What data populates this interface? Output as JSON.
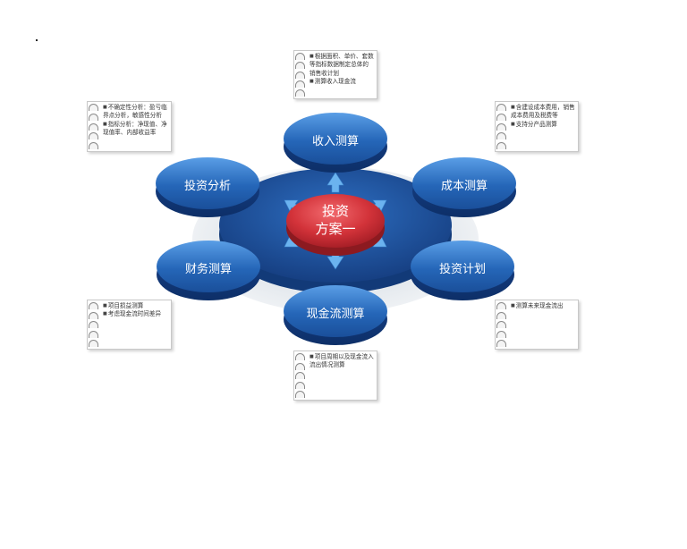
{
  "center": {
    "line1": "投资",
    "line2": "方案一"
  },
  "nodes": {
    "income": "收入测算",
    "cost": "成本测算",
    "plan": "投资计划",
    "cashflow": "现金流测算",
    "finance": "财务测算",
    "analysis": "投资分析"
  },
  "notes": {
    "top": [
      "根据面积、单价、套数等指标数据制定总体的销售收计划",
      "测算收入现金流"
    ],
    "top_right": [
      "含建设成本费用，销售成本费用及税费等",
      "支持分产品测算"
    ],
    "bottom_right": [
      "测算未来现金流出"
    ],
    "bottom": [
      "项目周期以及现金流入流出情况测算"
    ],
    "bottom_left": [
      "项目损益测算",
      "考虑现金流时间差异"
    ],
    "top_left": [
      "不确定性分析：盈亏临界点分析，敏感性分析",
      "指标分析：净现值、净现值率、内部收益率"
    ]
  },
  "colors": {
    "node_blue": "#1d5aa8",
    "node_top": "#3f86d6",
    "center_red": "#d8323a",
    "arrow": "#5aa6e8"
  }
}
